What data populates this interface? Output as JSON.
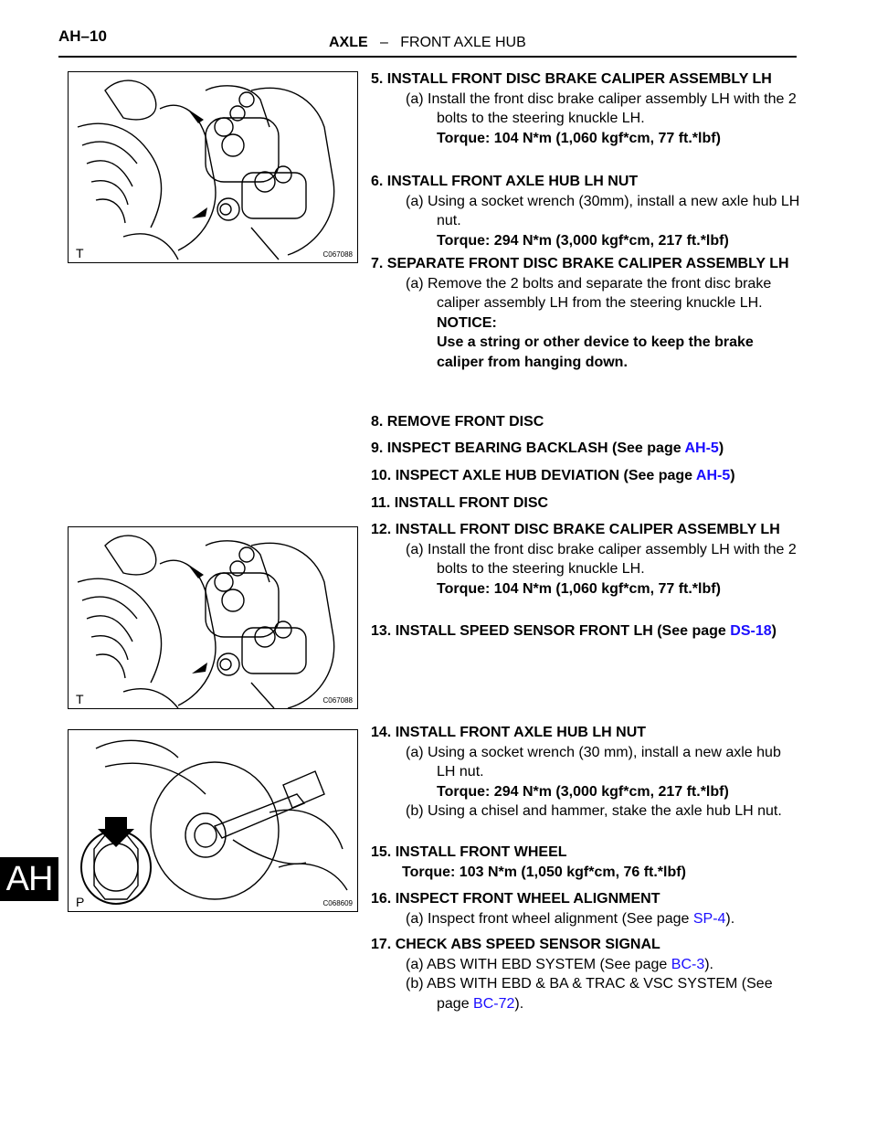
{
  "header": {
    "page_code": "AH–10",
    "section": "AXLE",
    "subsection": "FRONT AXLE HUB",
    "separator": "–"
  },
  "side_tab": "AH",
  "figures": [
    {
      "code": "C067088",
      "corner": "T"
    },
    {
      "code": "C067088",
      "corner": "T"
    },
    {
      "code": "C068609",
      "corner": "P"
    }
  ],
  "steps": {
    "s5": {
      "title": "5. INSTALL FRONT DISC BRAKE CALIPER ASSEMBLY LH",
      "a": "(a) Install the front disc brake caliper assembly LH with the 2 bolts to the steering knuckle LH.",
      "torque": "Torque: 104 N*m (1,060 kgf*cm, 77 ft.*lbf)"
    },
    "s6": {
      "title": "6. INSTALL FRONT AXLE HUB LH NUT",
      "a": "(a) Using a socket wrench (30mm), install a new axle hub LH nut.",
      "torque": "Torque: 294 N*m (3,000 kgf*cm, 217 ft.*lbf)"
    },
    "s7": {
      "title": "7. SEPARATE FRONT DISC BRAKE CALIPER ASSEMBLY LH",
      "a": "(a) Remove the 2 bolts and separate the front disc brake caliper assembly LH from the steering knuckle LH.",
      "notice_label": "NOTICE:",
      "notice": "Use a string or other device to keep the brake caliper from hanging down."
    },
    "s8": {
      "title": "8. REMOVE FRONT DISC"
    },
    "s9": {
      "title_pre": "9. INSPECT BEARING BACKLASH (See page ",
      "link": "AH-5",
      "title_post": ")"
    },
    "s10": {
      "title_pre": "10. INSPECT AXLE HUB DEVIATION (See page ",
      "link": "AH-5",
      "title_post": ")"
    },
    "s11": {
      "title": "11. INSTALL FRONT DISC"
    },
    "s12": {
      "title": "12. INSTALL FRONT DISC BRAKE CALIPER ASSEMBLY LH",
      "a": "(a) Install the front disc brake caliper assembly LH with the 2 bolts to the steering knuckle LH.",
      "torque": "Torque: 104 N*m (1,060 kgf*cm, 77 ft.*lbf)"
    },
    "s13": {
      "title_pre": "13. INSTALL SPEED SENSOR FRONT LH (See page ",
      "link": "DS-18",
      "title_post": ")"
    },
    "s14": {
      "title": "14. INSTALL FRONT AXLE HUB LH NUT",
      "a": "(a) Using a socket wrench (30 mm), install a new axle hub LH nut.",
      "torque": "Torque: 294 N*m (3,000 kgf*cm, 217 ft.*lbf)",
      "b": "(b) Using a chisel and hammer, stake the axle hub LH nut."
    },
    "s15": {
      "title": "15. INSTALL FRONT WHEEL",
      "torque": "Torque: 103 N*m (1,050 kgf*cm, 76 ft.*lbf)"
    },
    "s16": {
      "title": "16. INSPECT FRONT WHEEL ALIGNMENT",
      "a_pre": "(a) Inspect front wheel alignment (See page ",
      "a_link": "SP-4",
      "a_post": ")."
    },
    "s17": {
      "title": "17. CHECK ABS SPEED SENSOR SIGNAL",
      "a_pre": "(a) ABS WITH EBD SYSTEM (See page ",
      "a_link": "BC-3",
      "a_post": ").",
      "b_pre": "(b) ABS WITH EBD & BA & TRAC & VSC SYSTEM (See page ",
      "b_link": "BC-72",
      "b_post": ")."
    }
  }
}
